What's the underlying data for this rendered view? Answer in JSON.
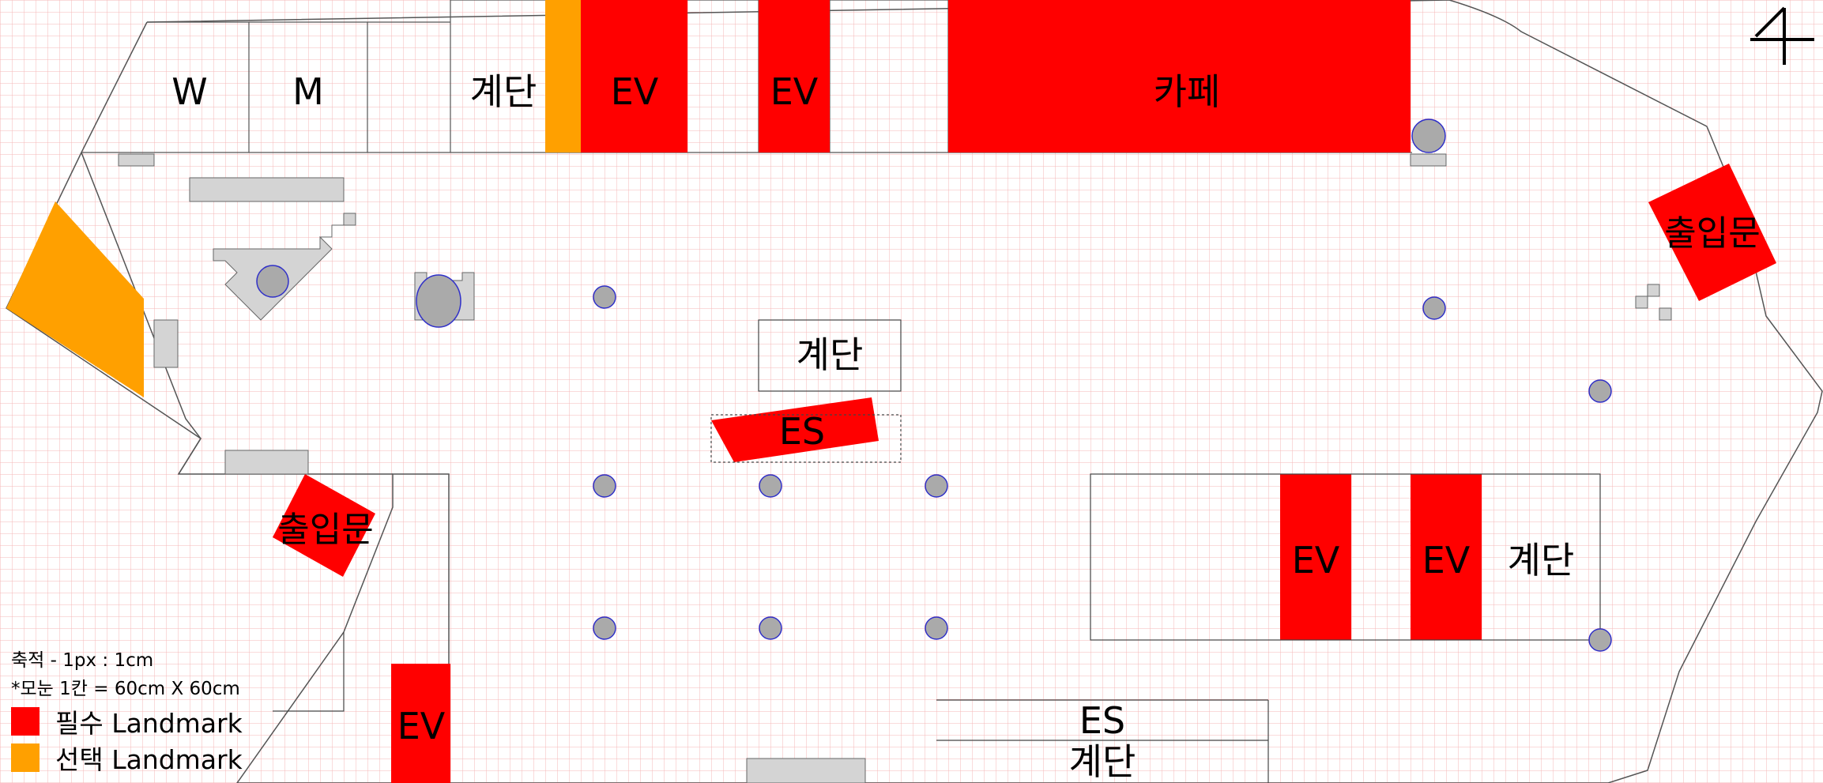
{
  "colors": {
    "required": "#ff0000",
    "optional": "#ffa000",
    "grid": "#f4b7b7",
    "gray": "#bfbfbf",
    "pillar": "#aaaaaa",
    "pillar_ring": "#3030c8"
  },
  "compass": {
    "icon": "north-arrow-icon"
  },
  "rooms": {
    "restroom_w": "W",
    "restroom_m": "M",
    "stairs_top": "계단",
    "ev_top_1": "EV",
    "ev_top_2": "EV",
    "cafe": "카페",
    "stairs_center": "계단",
    "es_center": "ES",
    "entrance_right": "출입문",
    "entrance_left": "출입문",
    "ev_right_1": "EV",
    "ev_right_2": "EV",
    "stairs_right": "계단",
    "ev_bottom": "EV",
    "es_bottom": "ES",
    "stairs_bottom": "계단"
  },
  "legend": {
    "scale": "축적 - 1px : 1cm",
    "grid_note": "*모눈 1칸 = 60cm X 60cm",
    "required": "필수 Landmark",
    "optional": "선택 Landmark"
  }
}
